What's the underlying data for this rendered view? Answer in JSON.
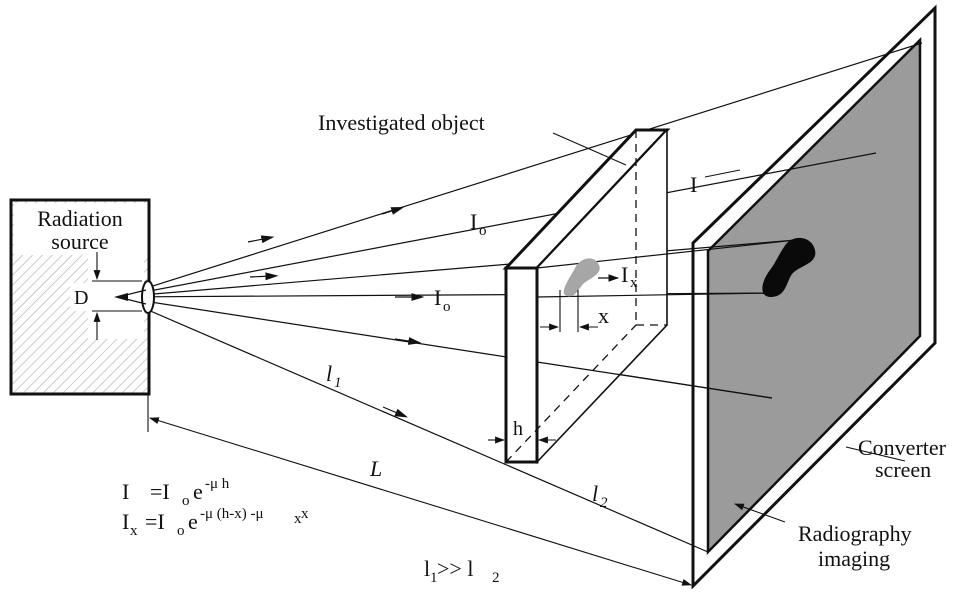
{
  "labels": {
    "radiation_source": [
      "Radiation",
      "source"
    ],
    "investigated_object": "Investigated object",
    "converter_screen": [
      "Converter",
      "screen"
    ],
    "radiography_imaging": [
      "Radiography",
      "imaging"
    ],
    "D": "D",
    "h": "h",
    "x": "x",
    "L": "L",
    "l1": "l",
    "l1_sub": "1",
    "l2": "l",
    "l2_sub": "2",
    "I_screen": "I",
    "I0": "I",
    "I0_sub": "o",
    "Ix": "I",
    "Ix_sub": "x"
  },
  "formulas": {
    "line1": {
      "lhs": "I",
      "eq": "=I",
      "eq_sub": "o",
      "e": "e",
      "exp": "-μ h"
    },
    "line2": {
      "lhs": "I",
      "lhs_sub": "x",
      "eq": "=I",
      "eq_sub": "o",
      "e": "e",
      "exp_a": "-μ (h-x) -μ",
      "exp_sub": "x",
      "exp_b": " x"
    },
    "line3": {
      "a": "l",
      "a_sub": "1",
      "rel": " >> l",
      "b_sub": "2"
    }
  },
  "colors": {
    "stroke": "#111111",
    "screen_fill": "#9b9b9b",
    "defect_shadow": "#0a0a0a",
    "defect_object": "#a6a6a6",
    "hatch": "#b5b5b5"
  }
}
